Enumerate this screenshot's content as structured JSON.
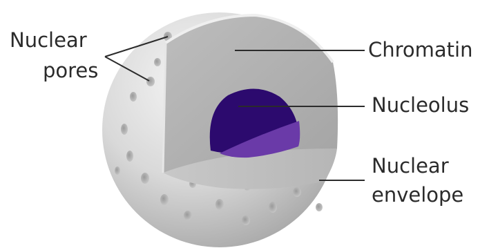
{
  "labels": {
    "nuclear_pores_line1": "Nuclear",
    "nuclear_pores_line2": "pores",
    "chromatin": "Chromatin",
    "nucleolus": "Nucleolus",
    "nuclear_envelope_line1": "Nuclear",
    "nuclear_envelope_line2": "envelope"
  },
  "colors": {
    "envelope": "#dcdcdc",
    "chromatin": "#b4b4b4",
    "nucleolus_dark": "#2c0a6e",
    "nucleolus_light": "#6a3aa8",
    "leader_line": "#2b2b2b",
    "text": "#2b2b2b"
  }
}
